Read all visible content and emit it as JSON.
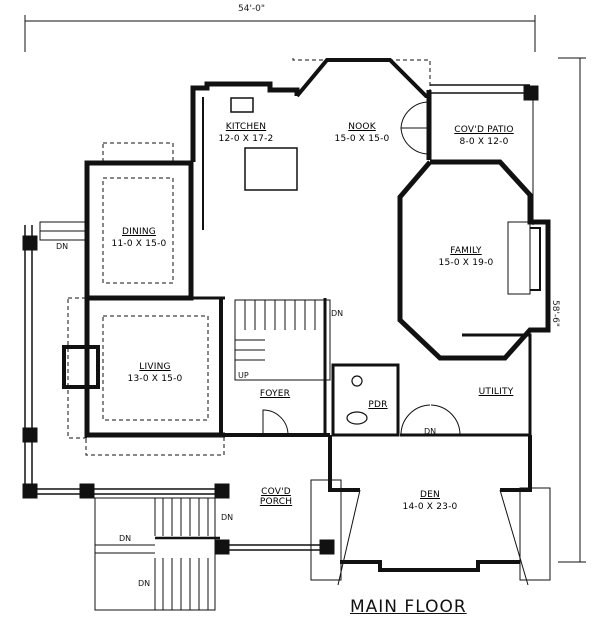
{
  "title": "MAIN FLOOR",
  "overall_dimensions": {
    "width": "54'-0\"",
    "depth": "58'-6\""
  },
  "rooms": [
    {
      "id": "kitchen",
      "name": "KITCHEN",
      "size": "12-0 X 17-2"
    },
    {
      "id": "nook",
      "name": "NOOK",
      "size": "15-0 X 15-0"
    },
    {
      "id": "covd-patio",
      "name": "COV'D PATIO",
      "size": "8-0 X 12-0"
    },
    {
      "id": "dining",
      "name": "DINING",
      "size": "11-0 X 15-0"
    },
    {
      "id": "family",
      "name": "FAMILY",
      "size": "15-0 X 19-0"
    },
    {
      "id": "living",
      "name": "LIVING",
      "size": "13-0 X 15-0"
    },
    {
      "id": "foyer",
      "name": "FOYER",
      "size": ""
    },
    {
      "id": "pdr",
      "name": "PDR",
      "size": ""
    },
    {
      "id": "utility",
      "name": "UTILITY",
      "size": ""
    },
    {
      "id": "den",
      "name": "DEN",
      "size": "14-0 X 23-0"
    },
    {
      "id": "covd-porch",
      "name": "COV'D PORCH",
      "size": ""
    }
  ],
  "annotations": {
    "dn_porch_left": "DN",
    "up_stair": "UP",
    "dn_stair": "DN",
    "dn_den": "DN",
    "dn_porch_upper": "DN",
    "dn_porch_landing": "DN",
    "dn_porch_lower": "DN"
  },
  "colors": {
    "line": "#111111",
    "background": "#ffffff"
  }
}
